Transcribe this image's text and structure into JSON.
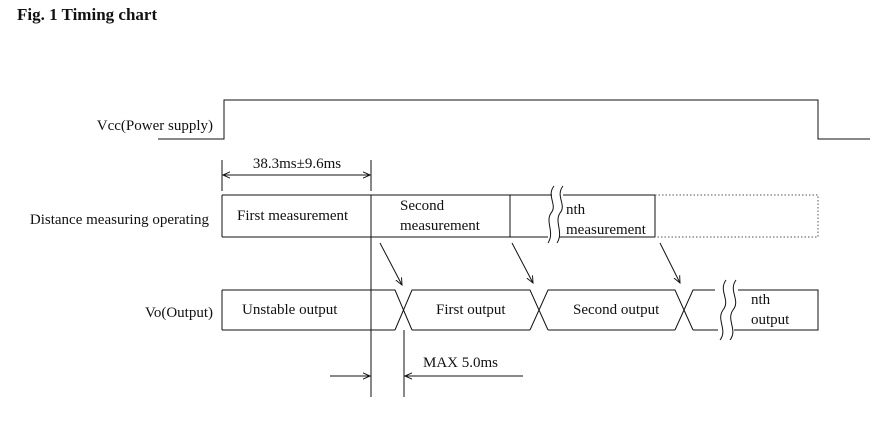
{
  "title": "Fig. 1 Timing chart",
  "signals": {
    "vcc": "Vcc(Power supply)",
    "distance": "Distance measuring operating",
    "vo": "Vo(Output)"
  },
  "measurement": {
    "first": "First measurement",
    "second_line1": "Second",
    "second_line2": "measurement",
    "nth_line1": "nth",
    "nth_line2": "measurement"
  },
  "output": {
    "unstable": "Unstable output",
    "first": "First output",
    "second": "Second output",
    "nth_line1": "nth",
    "nth_line2": "output"
  },
  "timing": {
    "period": "38.3ms±9.6ms",
    "delay": "MAX 5.0ms"
  }
}
